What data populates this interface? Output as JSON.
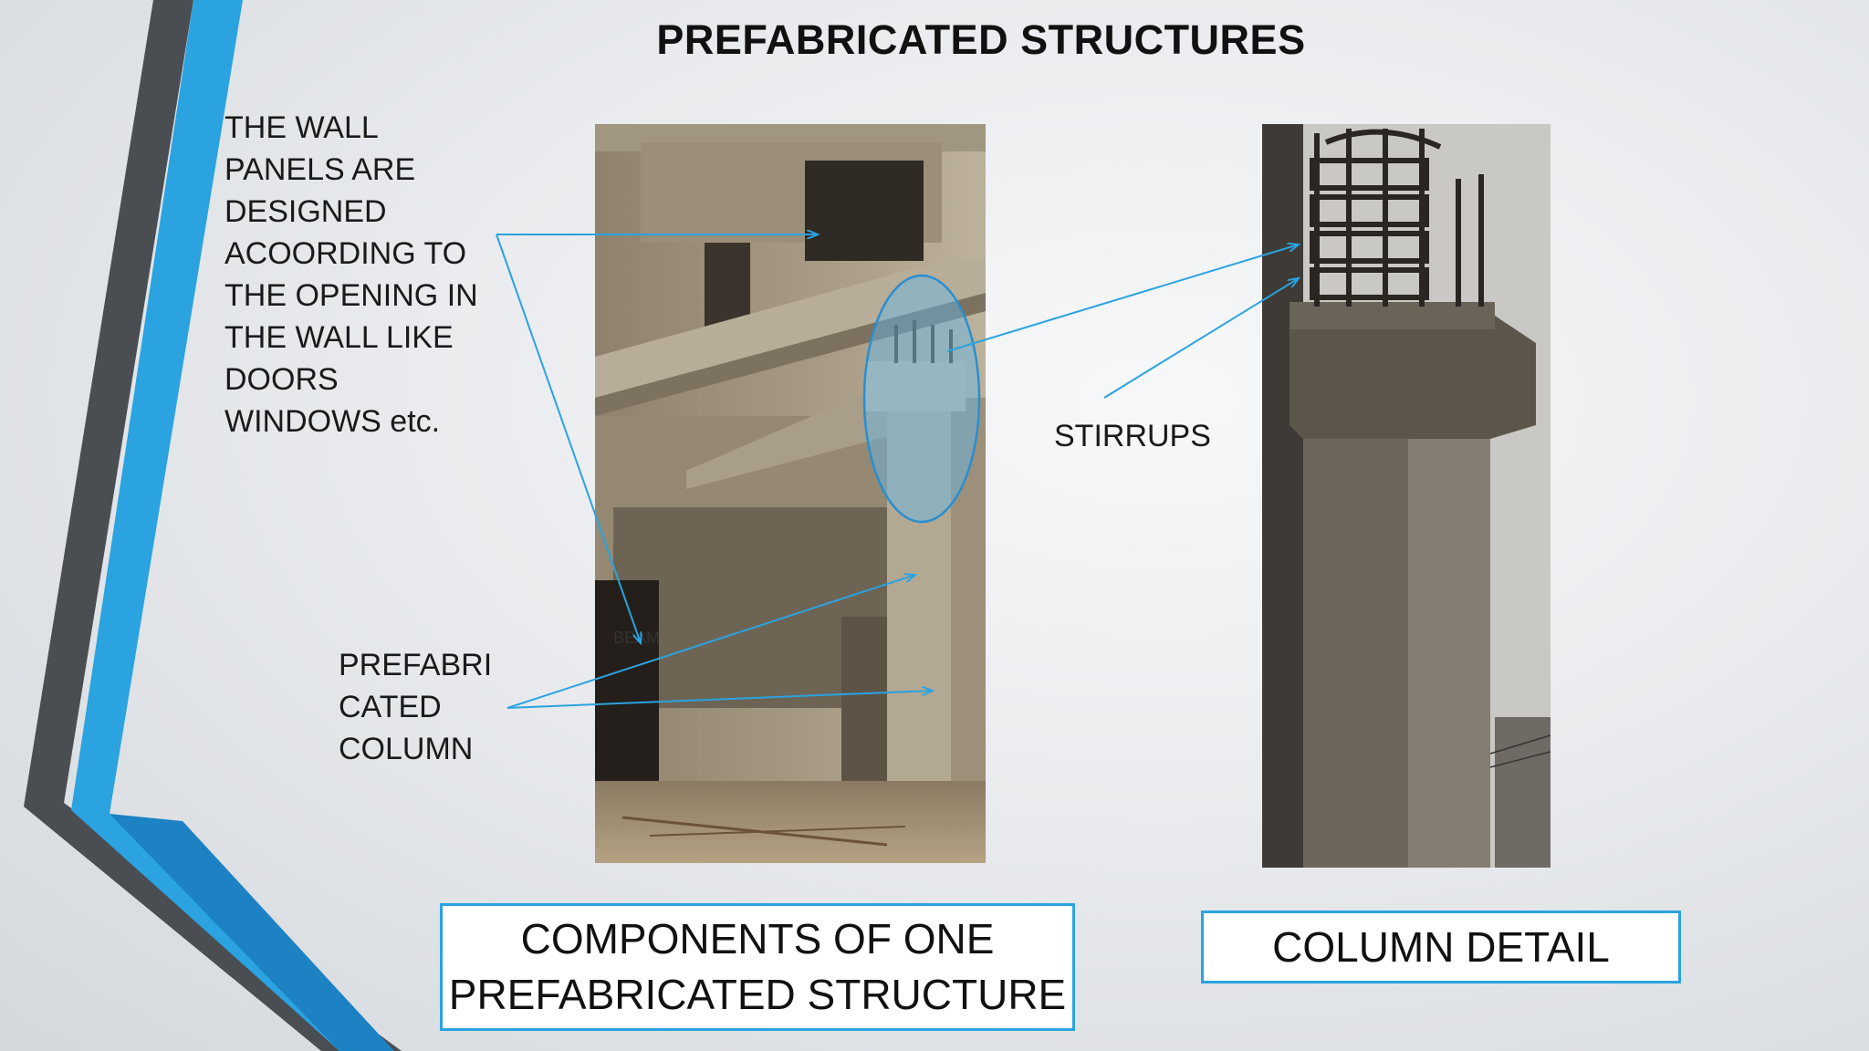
{
  "slide": {
    "title": "PREFABRICATED STRUCTURES",
    "wall_panel_note": [
      "THE WALL",
      "PANELS ARE",
      "DESIGNED",
      "ACOORDING TO",
      "THE OPENING IN",
      "THE WALL LIKE",
      "DOORS",
      "WINDOWS etc."
    ],
    "column_note": [
      "PREFABRI",
      "CATED",
      "COLUMN"
    ],
    "stirrups_label": "STIRRUPS",
    "beam_label": "BEAM",
    "caption_left": [
      "COMPONENTS OF ONE",
      "PREFABRICATED STRUCTURE"
    ],
    "caption_right": "COLUMN DETAIL"
  },
  "colors": {
    "accent_blue": "#2aa3e0",
    "accent_dark": "#4a4d52",
    "caption_border": "#2aa3e0"
  }
}
